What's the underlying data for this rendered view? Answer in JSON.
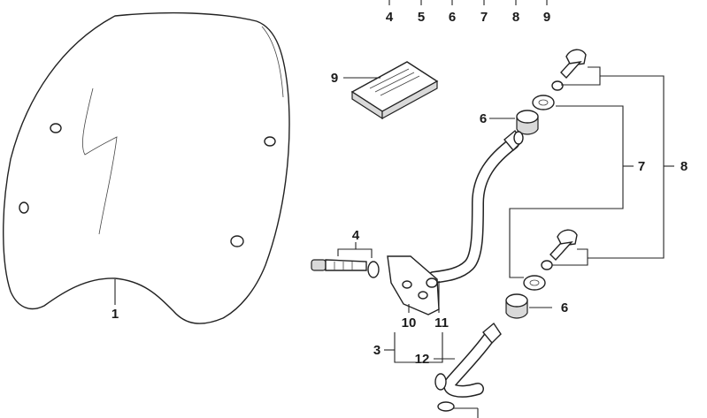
{
  "header_numbers": [
    "4",
    "5",
    "6",
    "7",
    "8",
    "9"
  ],
  "callouts": {
    "windscreen": "1",
    "assembly_set": "3",
    "screw_washer_set": "4",
    "rubber_buffer_upper": "6",
    "rubber_buffer_lower": "6",
    "bracket_set_inner": "7",
    "bracket_set_outer": "8",
    "instruction_booklet": "9",
    "holder_bracket": "10",
    "support_rod_upper": "11",
    "support_rod_lower": "12"
  }
}
